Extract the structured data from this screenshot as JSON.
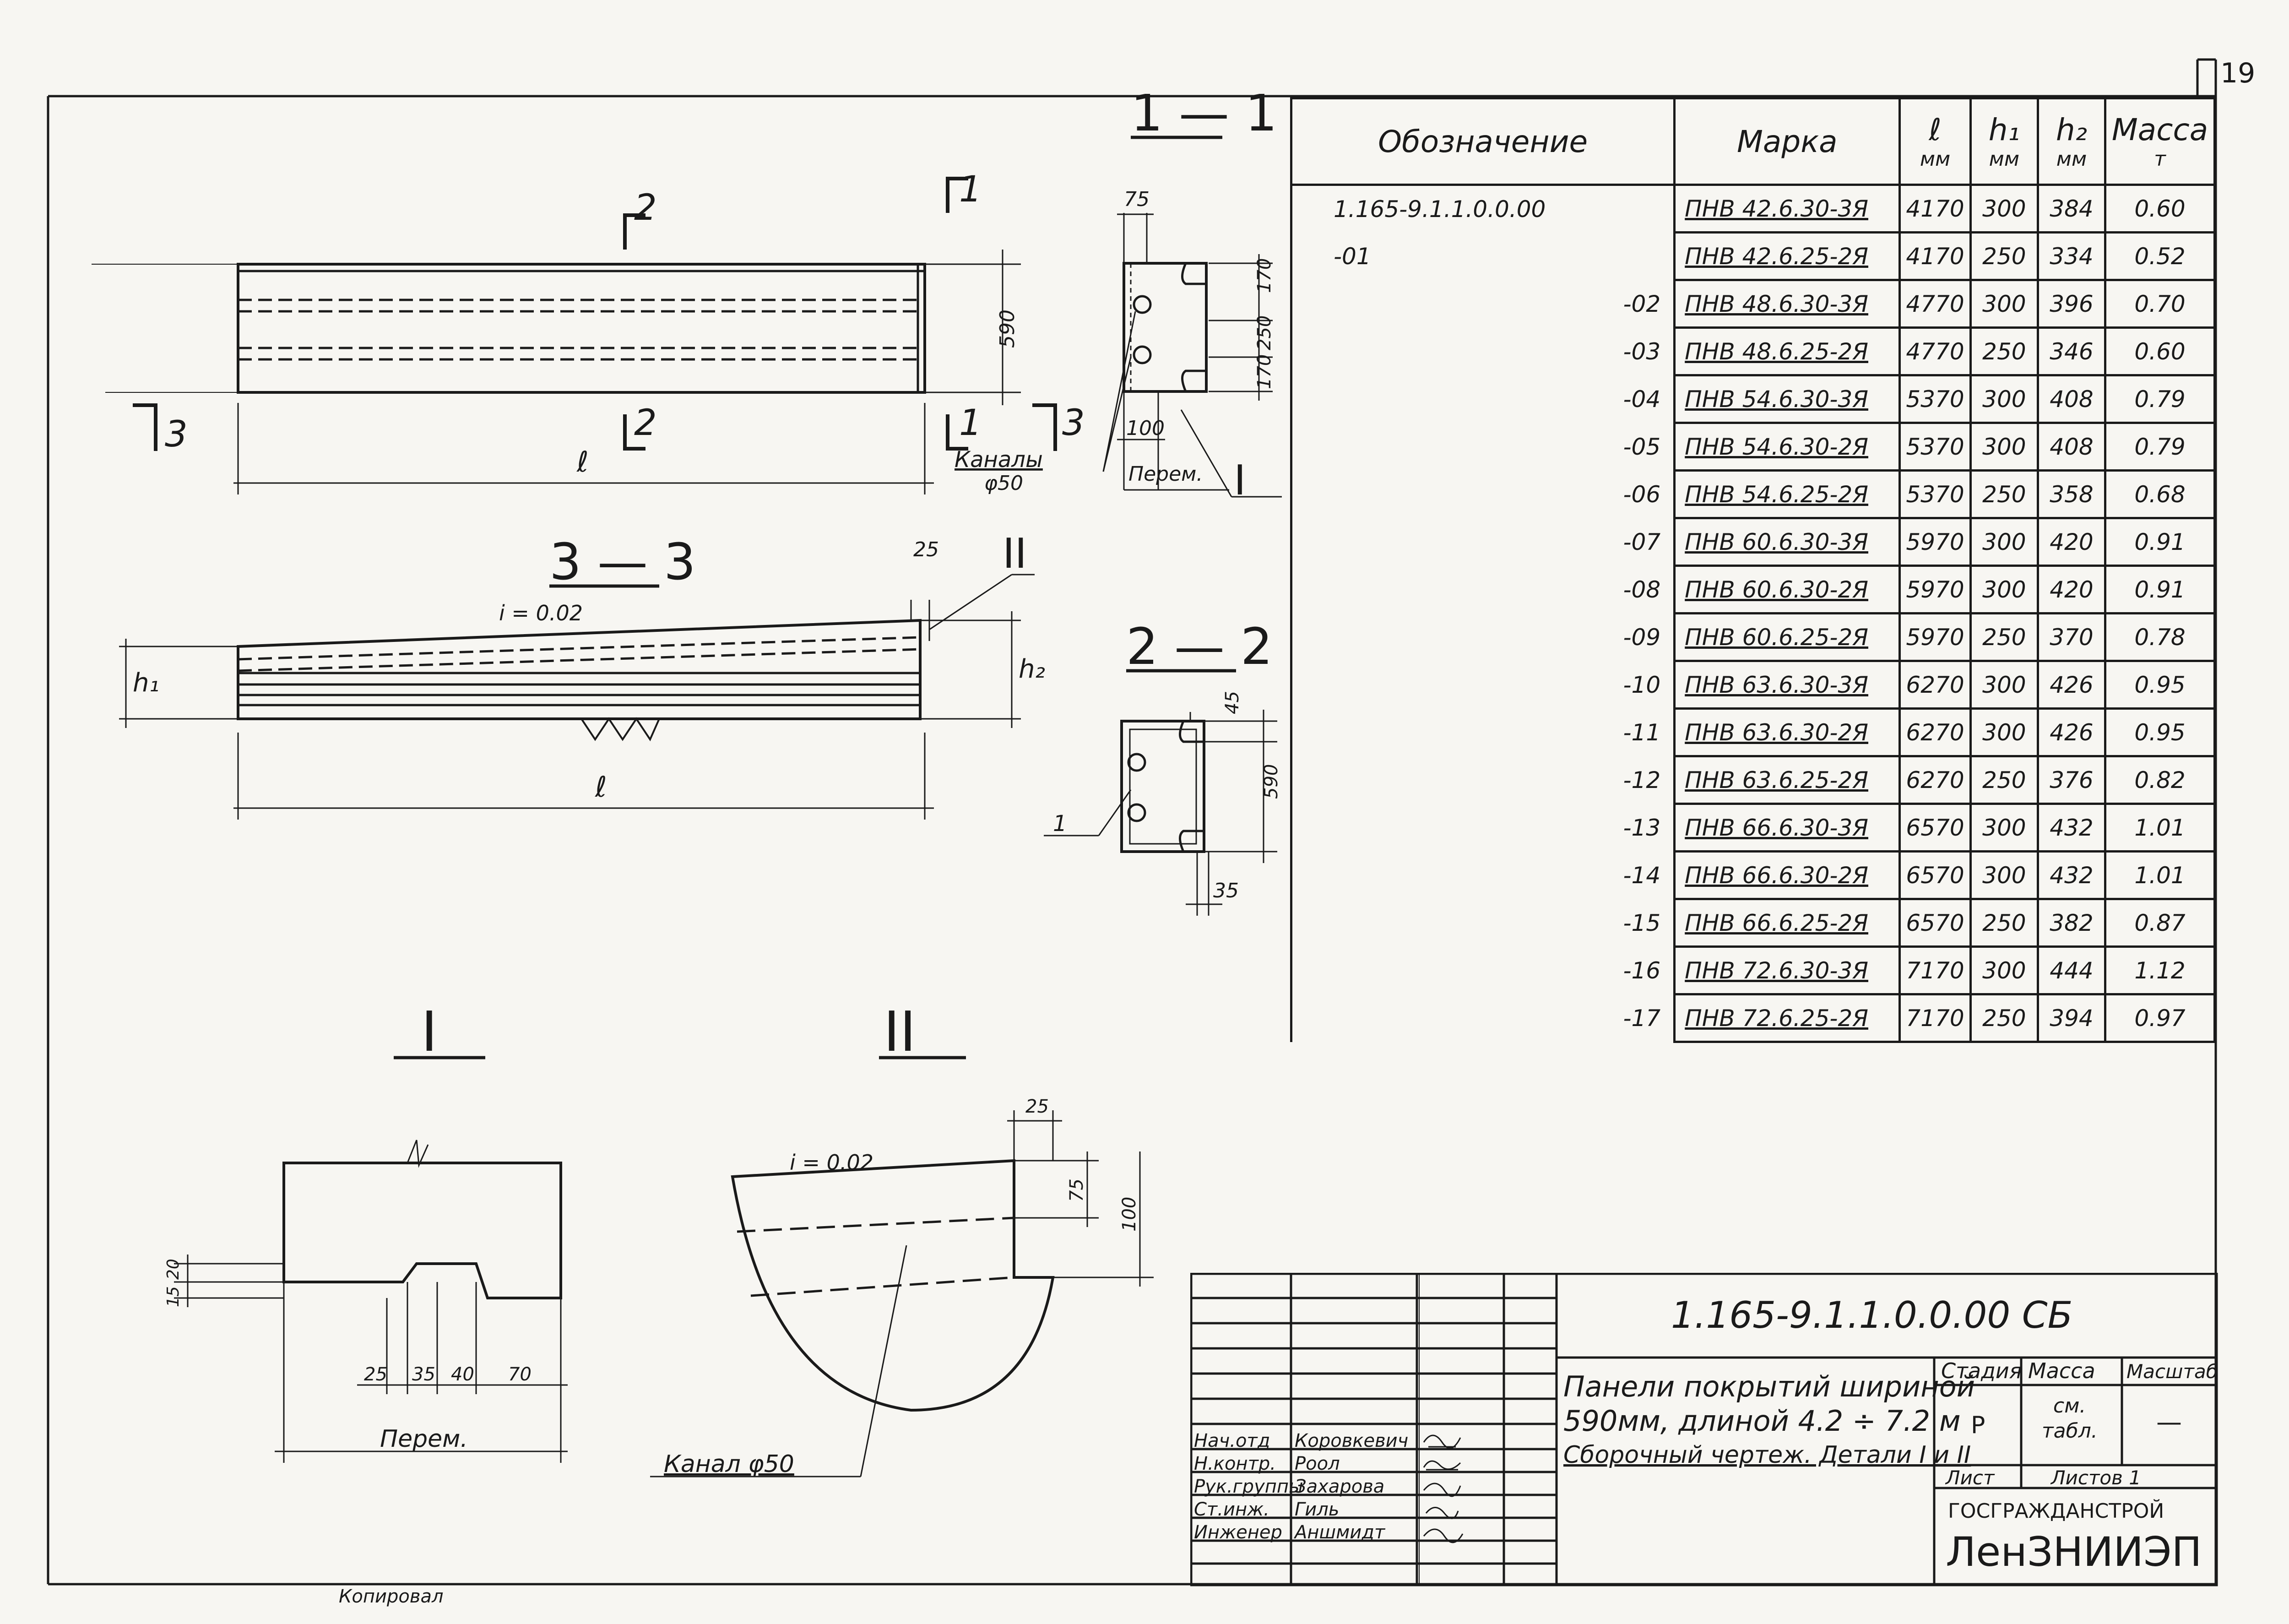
{
  "sheet_number": "19",
  "spec_table": {
    "headers": {
      "designation": "Обозначение",
      "mark": "Марка",
      "l": "ℓ",
      "l_unit": "мм",
      "h1": "h₁",
      "h1_unit": "мм",
      "h2": "h₂",
      "h2_unit": "мм",
      "mass": "Масса",
      "mass_unit": "т"
    },
    "rows": [
      {
        "code": "1.165-9.1.1.0.0.00",
        "mark": "ПНВ 42.6.30-3Я",
        "l": "4170",
        "h1": "300",
        "h2": "384",
        "mass": "0.60"
      },
      {
        "code": "-01",
        "mark": "ПНВ 42.6.25-2Я",
        "l": "4170",
        "h1": "250",
        "h2": "334",
        "mass": "0.52"
      },
      {
        "code": "-02",
        "mark": "ПНВ 48.6.30-3Я",
        "l": "4770",
        "h1": "300",
        "h2": "396",
        "mass": "0.70"
      },
      {
        "code": "-03",
        "mark": "ПНВ 48.6.25-2Я",
        "l": "4770",
        "h1": "250",
        "h2": "346",
        "mass": "0.60"
      },
      {
        "code": "-04",
        "mark": "ПНВ 54.6.30-3Я",
        "l": "5370",
        "h1": "300",
        "h2": "408",
        "mass": "0.79"
      },
      {
        "code": "-05",
        "mark": "ПНВ 54.6.30-2Я",
        "l": "5370",
        "h1": "300",
        "h2": "408",
        "mass": "0.79"
      },
      {
        "code": "-06",
        "mark": "ПНВ 54.6.25-2Я",
        "l": "5370",
        "h1": "250",
        "h2": "358",
        "mass": "0.68"
      },
      {
        "code": "-07",
        "mark": "ПНВ 60.6.30-3Я",
        "l": "5970",
        "h1": "300",
        "h2": "420",
        "mass": "0.91"
      },
      {
        "code": "-08",
        "mark": "ПНВ 60.6.30-2Я",
        "l": "5970",
        "h1": "300",
        "h2": "420",
        "mass": "0.91"
      },
      {
        "code": "-09",
        "mark": "ПНВ 60.6.25-2Я",
        "l": "5970",
        "h1": "250",
        "h2": "370",
        "mass": "0.78"
      },
      {
        "code": "-10",
        "mark": "ПНВ 63.6.30-3Я",
        "l": "6270",
        "h1": "300",
        "h2": "426",
        "mass": "0.95"
      },
      {
        "code": "-11",
        "mark": "ПНВ 63.6.30-2Я",
        "l": "6270",
        "h1": "300",
        "h2": "426",
        "mass": "0.95"
      },
      {
        "code": "-12",
        "mark": "ПНВ 63.6.25-2Я",
        "l": "6270",
        "h1": "250",
        "h2": "376",
        "mass": "0.82"
      },
      {
        "code": "-13",
        "mark": "ПНВ 66.6.30-3Я",
        "l": "6570",
        "h1": "300",
        "h2": "432",
        "mass": "1.01"
      },
      {
        "code": "-14",
        "mark": "ПНВ 66.6.30-2Я",
        "l": "6570",
        "h1": "300",
        "h2": "432",
        "mass": "1.01"
      },
      {
        "code": "-15",
        "mark": "ПНВ 66.6.25-2Я",
        "l": "6570",
        "h1": "250",
        "h2": "382",
        "mass": "0.87"
      },
      {
        "code": "-16",
        "mark": "ПНВ 72.6.30-3Я",
        "l": "7170",
        "h1": "300",
        "h2": "444",
        "mass": "1.12"
      },
      {
        "code": "-17",
        "mark": "ПНВ 72.6.25-2Я",
        "l": "7170",
        "h1": "250",
        "h2": "394",
        "mass": "0.97"
      }
    ]
  },
  "drawing_labels": {
    "section_1_1": "1 — 1",
    "section_2_2": "2 — 2",
    "section_3_3": "3 — 3",
    "detail_I": "I",
    "detail_II": "II",
    "cut_1": "1",
    "cut_2": "2",
    "cut_3": "3",
    "len_l": "ℓ",
    "h1": "h₁",
    "h2": "h₂",
    "slope": "i = 0.02",
    "channels": "Каналы",
    "phi50": "φ50",
    "perem": "Перем.",
    "dim_590": "590",
    "dim_75": "75",
    "dim_170a": "170",
    "dim_250": "250",
    "dim_170b": "170",
    "dim_100": "100",
    "dim_25": "25",
    "dim_45": "45",
    "dim_35": "35",
    "leader_1": "1",
    "det1_20": "20",
    "det1_15": "15",
    "det1_25": "25",
    "det1_35": "35",
    "det1_40": "40",
    "det1_70": "70",
    "det2_25": "25",
    "det2_75": "75",
    "det2_100": "100",
    "kanal_phi50": "Канал φ50"
  },
  "title_block": {
    "doc_code": "1.165-9.1.1.0.0.00 СБ",
    "title_line1": "Панели покрытий шириной",
    "title_line2": "590мм, длиной 4.2 ÷ 7.2 м",
    "title_line3": "Сборочный чертеж. Детали I и II",
    "stage_label": "Стадия",
    "stage_value": "Р",
    "mass_label": "Масса",
    "mass_value_1": "см.",
    "mass_value_2": "табл.",
    "scale_label": "Масштаб",
    "scale_value": "—",
    "sheet_label": "Лист",
    "sheets_label": "Листов 1",
    "org1": "ГОСГРАЖДАНСТРОЙ",
    "org2": "ЛенЗНИИЭП",
    "staff": [
      {
        "role": "Нач.отд",
        "name": "Коровкевич"
      },
      {
        "role": "Н.контр.",
        "name": "Роол"
      },
      {
        "role": "Рук.группы",
        "name": "Захарова"
      },
      {
        "role": "Ст.инж.",
        "name": "Гиль"
      },
      {
        "role": "Инженер",
        "name": "Аншмидт"
      }
    ]
  },
  "footer_stamp": "Копировал"
}
